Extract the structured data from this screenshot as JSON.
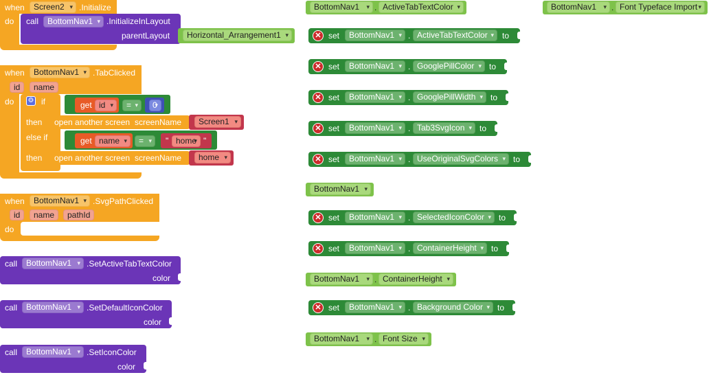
{
  "kw": {
    "when": "when",
    "do": "do",
    "call": "call",
    "set": "set",
    "to": "to",
    "get": "get",
    "if": "if",
    "then": "then",
    "else_if": "else if"
  },
  "screen_init": {
    "component": "Screen2",
    "event": ".Initialize",
    "method": ".InitializeInLayout",
    "param": "parentLayout",
    "arg": "Horizontal_Arrangement1",
    "target": "BottomNav1"
  },
  "tab_clicked": {
    "component": "BottomNav1",
    "event": ".TabClicked",
    "params": [
      "id",
      "name"
    ],
    "cond1": {
      "var": "id",
      "op": "=",
      "value": "0"
    },
    "action1": {
      "label": "open another screen",
      "param": "screenName",
      "value": "Screen1"
    },
    "cond2": {
      "var": "name",
      "op": "=",
      "quote": "\"",
      "value": "home"
    },
    "action2": {
      "label": "open another screen",
      "param": "screenName",
      "value": "home"
    }
  },
  "svg_clicked": {
    "component": "BottomNav1",
    "event": ".SvgPathClicked",
    "params": [
      "id",
      "name",
      "pathId"
    ]
  },
  "calls": [
    {
      "component": "BottomNav1",
      "method": ".SetActiveTabTextColor",
      "param": "color"
    },
    {
      "component": "BottomNav1",
      "method": ".SetDefaultIconColor",
      "param": "color"
    },
    {
      "component": "BottomNav1",
      "method": ".SetIconColor",
      "param": "color"
    }
  ],
  "getters": [
    {
      "component": "BottomNav1",
      "property": "ActiveTabTextColor"
    },
    {
      "component": "BottomNav1",
      "property": "Font Typeface Import"
    },
    {
      "component": "BottomNav1",
      "property": "ContainerHeight"
    },
    {
      "component": "BottomNav1",
      "property": "Font Size"
    }
  ],
  "component_block": {
    "component": "BottomNav1"
  },
  "setters": [
    {
      "component": "BottomNav1",
      "property": "ActiveTabTextColor"
    },
    {
      "component": "BottomNav1",
      "property": "GooglePillColor"
    },
    {
      "component": "BottomNav1",
      "property": "GooglePillWidth"
    },
    {
      "component": "BottomNav1",
      "property": "Tab3SvgIcon"
    },
    {
      "component": "BottomNav1",
      "property": "UseOriginalSvgColors"
    },
    {
      "component": "BottomNav1",
      "property": "SelectedIconColor"
    },
    {
      "component": "BottomNav1",
      "property": "ContainerHeight"
    },
    {
      "component": "BottomNav1",
      "property": "Background Color"
    }
  ],
  "icons": {
    "remove": "x-icon",
    "settings": "gear-icon",
    "dropdown": "chevron-down-icon"
  },
  "colors": {
    "event": "#f5a623",
    "procedure": "#6b35b7",
    "setter": "#2d8a37",
    "getter": "#7ec24a",
    "text": "#c2364c",
    "math": "#3f51b5"
  }
}
